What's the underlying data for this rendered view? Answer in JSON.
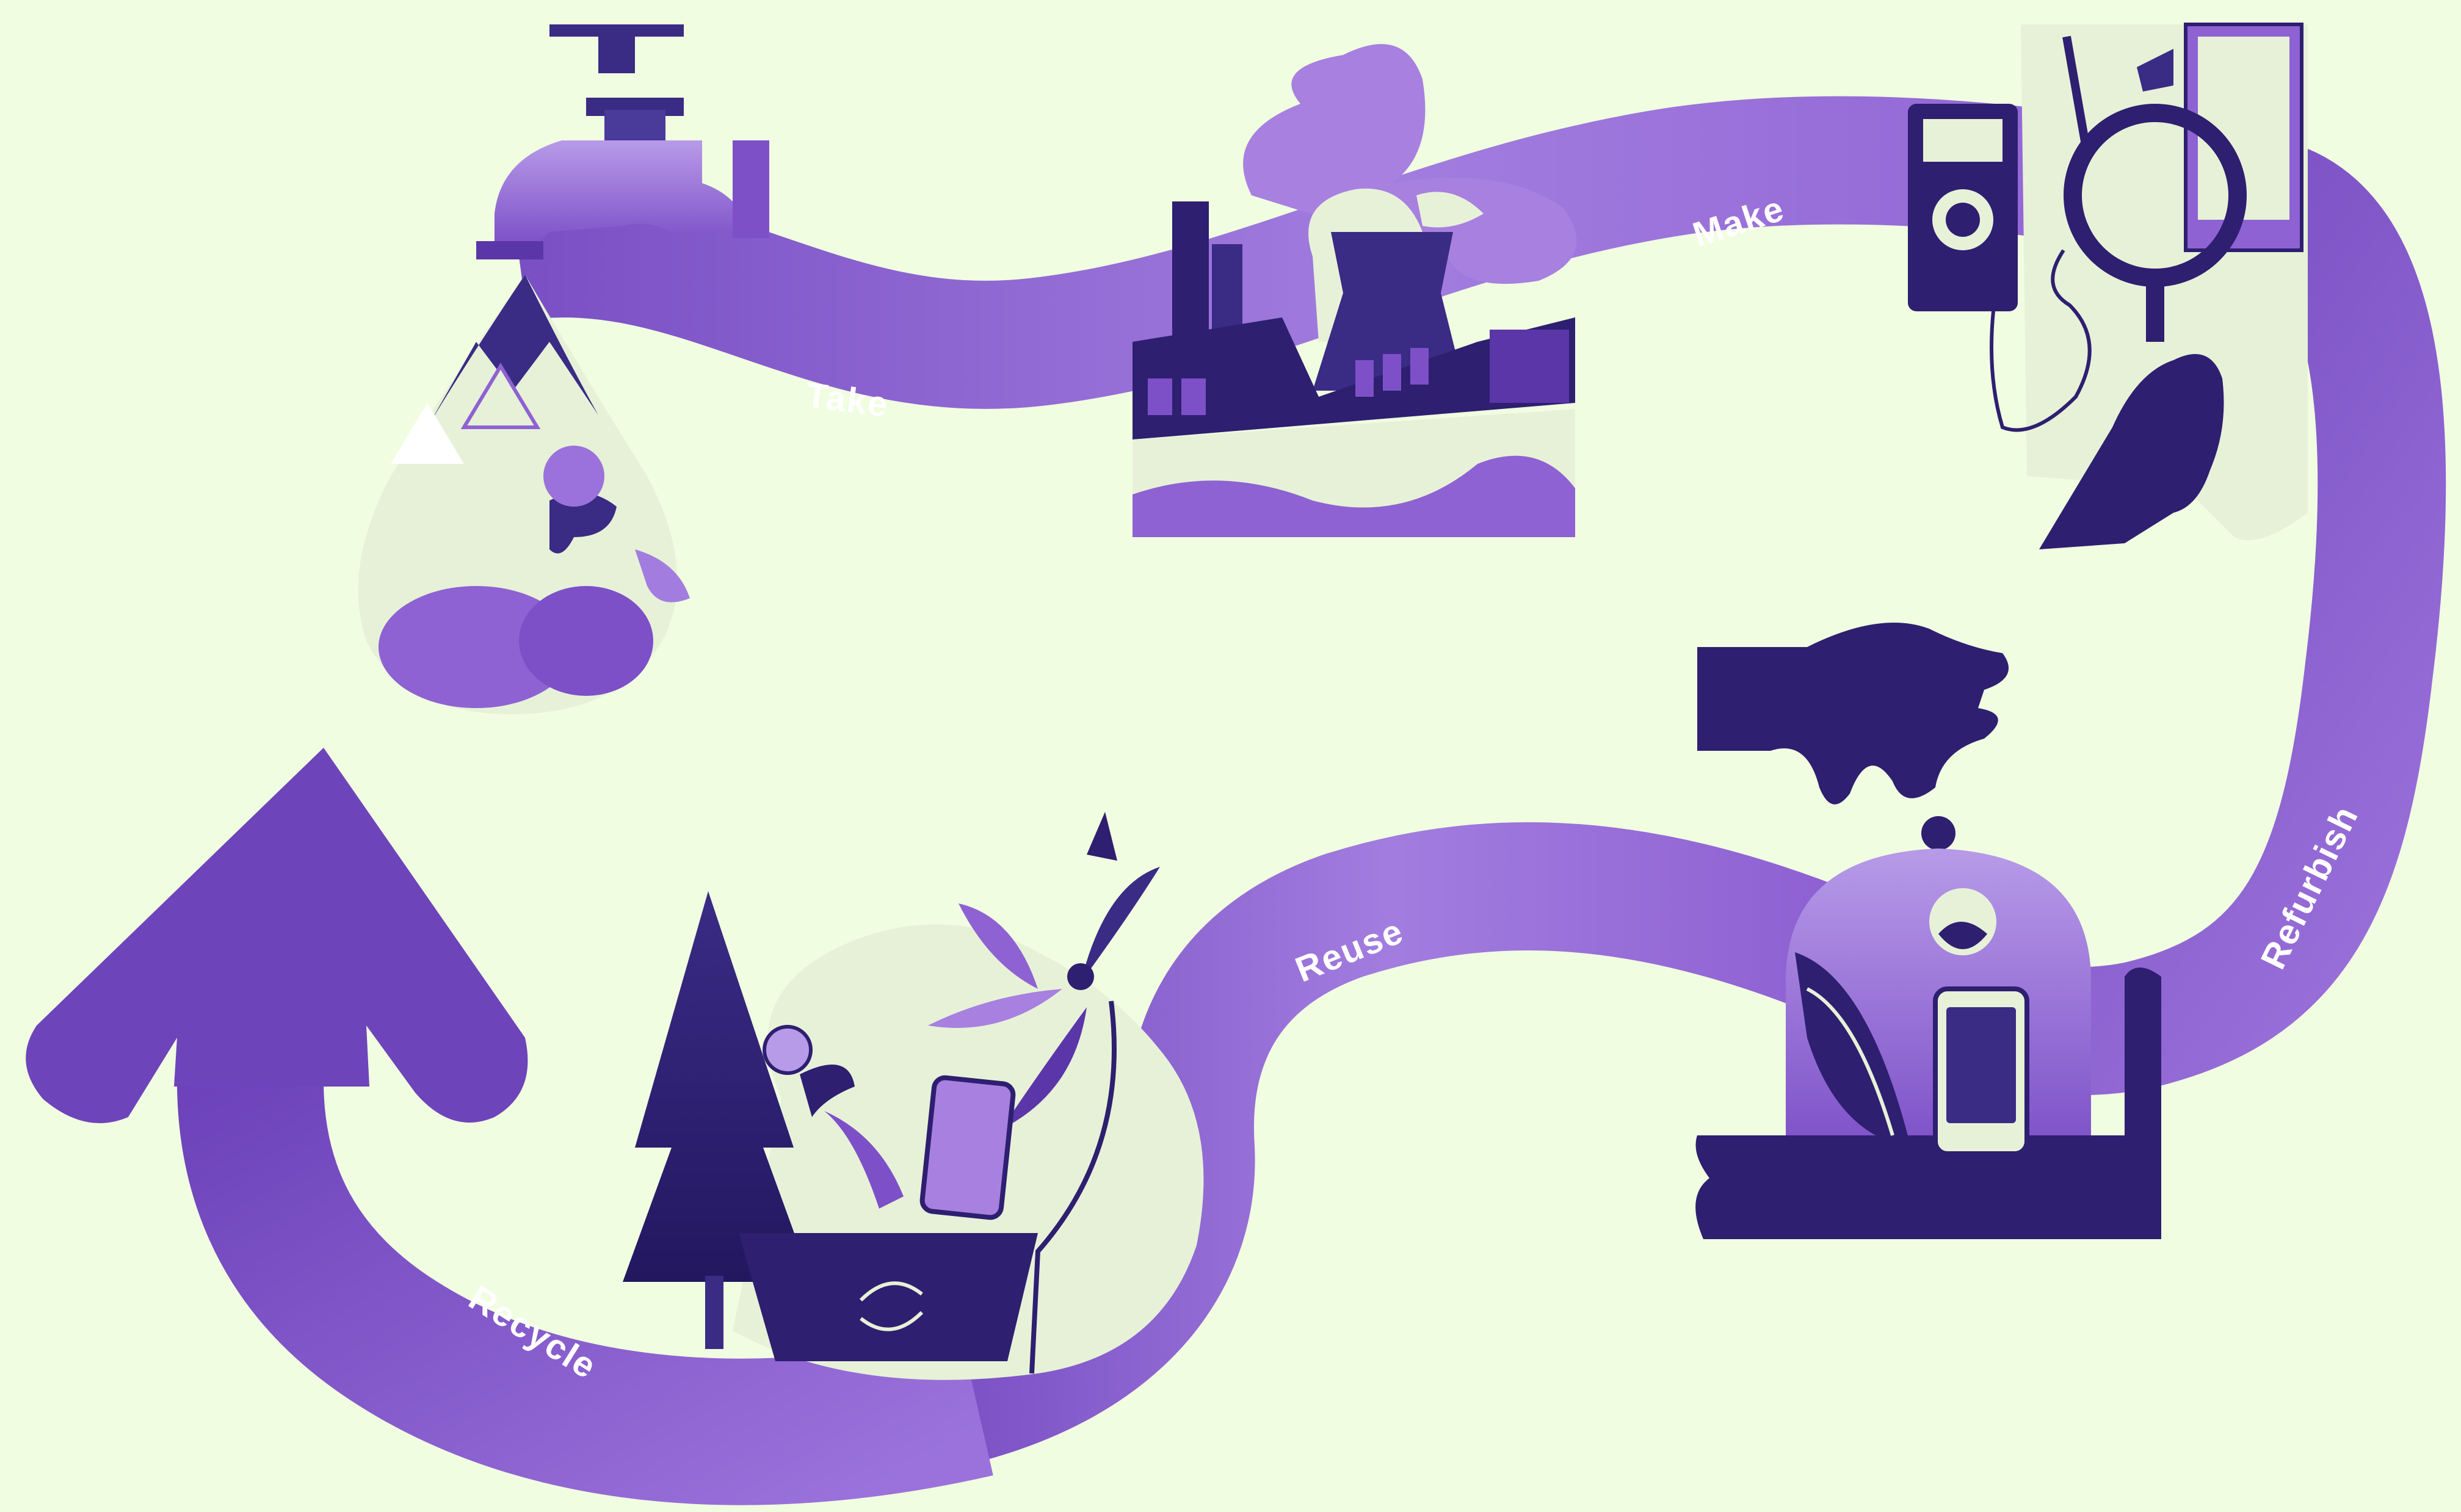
{
  "stages": [
    {
      "id": "take",
      "label": "Take",
      "icon": "water-tap-droplet-icon"
    },
    {
      "id": "make",
      "label": "Make",
      "icon": "factory-icon"
    },
    {
      "id": "refurbish",
      "label": "Refurbish",
      "icon": "repair-tools-icon"
    },
    {
      "id": "reuse",
      "label": "Reuse",
      "icon": "phone-under-dome-icon"
    },
    {
      "id": "recycle",
      "label": "Recycle",
      "icon": "recycling-bin-icon"
    }
  ],
  "colors": {
    "background": "#f0fde0",
    "path": "#8d5fd0",
    "path_light": "#a780e0",
    "dark": "#2e1f70",
    "cream": "#e7f1d8"
  }
}
